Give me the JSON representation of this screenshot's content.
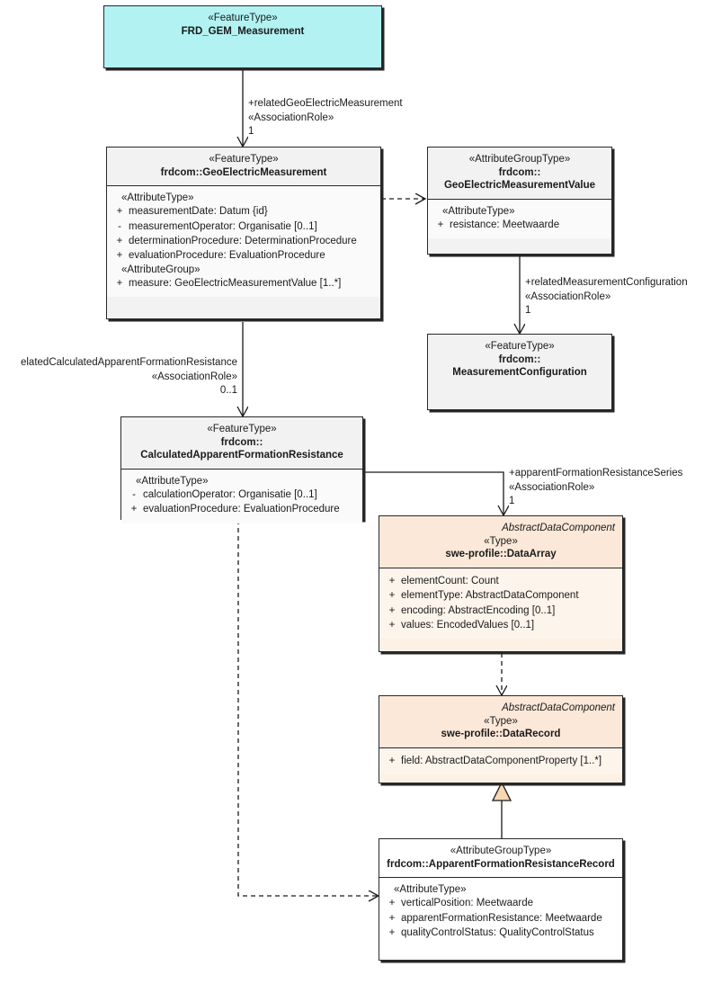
{
  "diagram": {
    "type": "uml-class-diagram",
    "title": "FRD_GEM_Measurement",
    "colors": {
      "feature_type_root": "#b2f2f2",
      "feature_type": "#f2f2f2",
      "swe_type": "#fdf0e4",
      "border": "#26282b",
      "text": "#1a1a1a"
    }
  },
  "classes": {
    "frd_gem_measurement": {
      "stereotype": "«FeatureType»",
      "name": "FRD_GEM_Measurement",
      "attributes": []
    },
    "geo_electric_measurement": {
      "stereotype": "«FeatureType»",
      "name": "frdcom::GeoElectricMeasurement",
      "groups": [
        {
          "label": "«AttributeType»",
          "attributes": [
            {
              "vis": "+",
              "text": "measurementDate: Datum {id}"
            },
            {
              "vis": "-",
              "text": "measurementOperator: Organisatie [0..1]"
            },
            {
              "vis": "+",
              "text": "determinationProcedure: DeterminationProcedure"
            },
            {
              "vis": "+",
              "text": "evaluationProcedure: EvaluationProcedure"
            }
          ]
        },
        {
          "label": "«AttributeGroup»",
          "attributes": [
            {
              "vis": "+",
              "text": "measure: GeoElectricMeasurementValue [1..*]"
            }
          ]
        }
      ]
    },
    "geo_electric_measurement_value": {
      "stereotype": "«AttributeGroupType»",
      "name_line1": "frdcom::",
      "name_line2": "GeoElectricMeasurementValue",
      "groups": [
        {
          "label": "«AttributeType»",
          "attributes": [
            {
              "vis": "+",
              "text": "resistance: Meetwaarde"
            }
          ]
        }
      ]
    },
    "measurement_configuration": {
      "stereotype": "«FeatureType»",
      "name_line1": "frdcom::",
      "name_line2": "MeasurementConfiguration",
      "attributes": []
    },
    "calculated_apparent_formation_resistance": {
      "stereotype": "«FeatureType»",
      "name_line1": "frdcom::",
      "name_line2": "CalculatedApparentFormationResistance",
      "groups": [
        {
          "label": "«AttributeType»",
          "attributes": [
            {
              "vis": "-",
              "text": "calculationOperator: Organisatie [0..1]"
            },
            {
              "vis": "+",
              "text": "evaluationProcedure: EvaluationProcedure"
            }
          ]
        }
      ]
    },
    "data_array": {
      "basetype": "AbstractDataComponent",
      "stereotype": "«Type»",
      "name": "swe-profile::DataArray",
      "groups": [
        {
          "label": "",
          "attributes": [
            {
              "vis": "+",
              "text": "elementCount: Count"
            },
            {
              "vis": "+",
              "text": "elementType: AbstractDataComponent"
            },
            {
              "vis": "+",
              "text": "encoding: AbstractEncoding [0..1]"
            },
            {
              "vis": "+",
              "text": "values: EncodedValues [0..1]"
            }
          ]
        }
      ]
    },
    "data_record": {
      "basetype": "AbstractDataComponent",
      "stereotype": "«Type»",
      "name": "swe-profile::DataRecord",
      "groups": [
        {
          "label": "",
          "attributes": [
            {
              "vis": "+",
              "text": "field: AbstractDataComponentProperty [1..*]"
            }
          ]
        }
      ]
    },
    "apparent_formation_resistance_record": {
      "stereotype": "«AttributeGroupType»",
      "name": "frdcom::ApparentFormationResistanceRecord",
      "groups": [
        {
          "label": "«AttributeType»",
          "attributes": [
            {
              "vis": "+",
              "text": "verticalPosition: Meetwaarde"
            },
            {
              "vis": "+",
              "text": "apparentFormationResistance: Meetwaarde"
            },
            {
              "vis": "+",
              "text": "qualityControlStatus: QualityControlStatus"
            }
          ]
        }
      ]
    }
  },
  "edges": {
    "related_geo_electric_measurement": {
      "role": "+relatedGeoElectricMeasurement",
      "stereotype": "«AssociationRole»",
      "multiplicity": "1"
    },
    "related_measurement_configuration": {
      "role": "+relatedMeasurementConfiguration",
      "stereotype": "«AssociationRole»",
      "multiplicity": "1"
    },
    "related_calculated_apparent_formation_resistance": {
      "role": "elatedCalculatedApparentFormationResistance",
      "stereotype": "«AssociationRole»",
      "multiplicity": "0..1"
    },
    "apparent_formation_resistance_series": {
      "role": "+apparentFormationResistanceSeries",
      "stereotype": "«AssociationRole»",
      "multiplicity": "1"
    }
  }
}
